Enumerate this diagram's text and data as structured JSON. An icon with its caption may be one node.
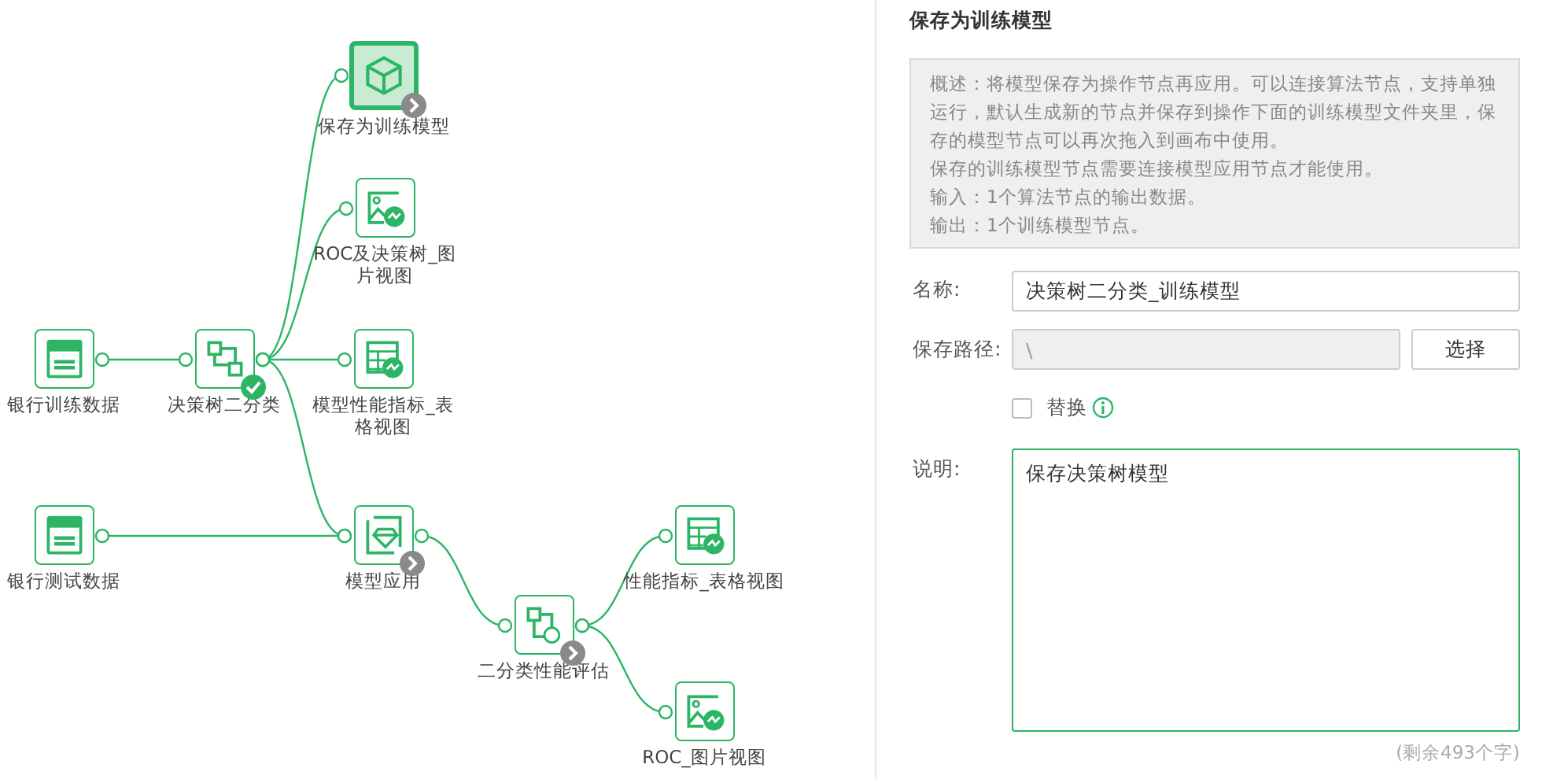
{
  "diagram": {
    "nodes": [
      {
        "text": [
          "银行训练数据"
        ]
      },
      {
        "text": [
          "决策树二分类"
        ]
      },
      {
        "text": [
          "保存为训练模型"
        ]
      },
      {
        "text": [
          "ROC及决策树_图片视图"
        ]
      },
      {
        "text": [
          "模型性能指标_表格视图"
        ]
      },
      {
        "text": [
          "银行测试数据"
        ]
      },
      {
        "text": [
          "模型应用"
        ]
      },
      {
        "text": [
          "二分类性能评估"
        ]
      },
      {
        "text": [
          "性能指标_表格视图"
        ]
      },
      {
        "text": [
          "ROC_图片视图"
        ]
      }
    ],
    "edges": [
      {
        "from": 0,
        "to": 1,
        "arrow": "other"
      },
      {
        "from": 1,
        "to": 2,
        "arrow": "other"
      },
      {
        "from": 1,
        "to": 3,
        "arrow": "other"
      },
      {
        "from": 1,
        "to": 4,
        "arrow": "other"
      },
      {
        "from": 1,
        "to": 6,
        "arrow": "other"
      },
      {
        "from": 5,
        "to": 6,
        "arrow": "other"
      },
      {
        "from": 6,
        "to": 7,
        "arrow": "other"
      },
      {
        "from": 7,
        "to": 8,
        "arrow": "other"
      },
      {
        "from": 7,
        "to": 9,
        "arrow": "other"
      }
    ],
    "labels": [
      "保存为训练模型",
      "概述：将模型保存为操作节点再应用。可以连接算法节点，支持单独运行，默认生成新的节点并保存到操作下面的训练模型文件夹里，保存的模型节点可以再次拖入到画布中使用。",
      "保存的训练模型节点需要连接模型应用节点才能使用。",
      "输入：1个算法节点的输出数据。",
      "输出：1个训练模型节点。",
      "名称:",
      "决策树二分类_训练模型",
      "保存路径:",
      "\\",
      "选择",
      "替换",
      "说明:",
      "保存决策树模型",
      "(剩余493个字)"
    ]
  }
}
